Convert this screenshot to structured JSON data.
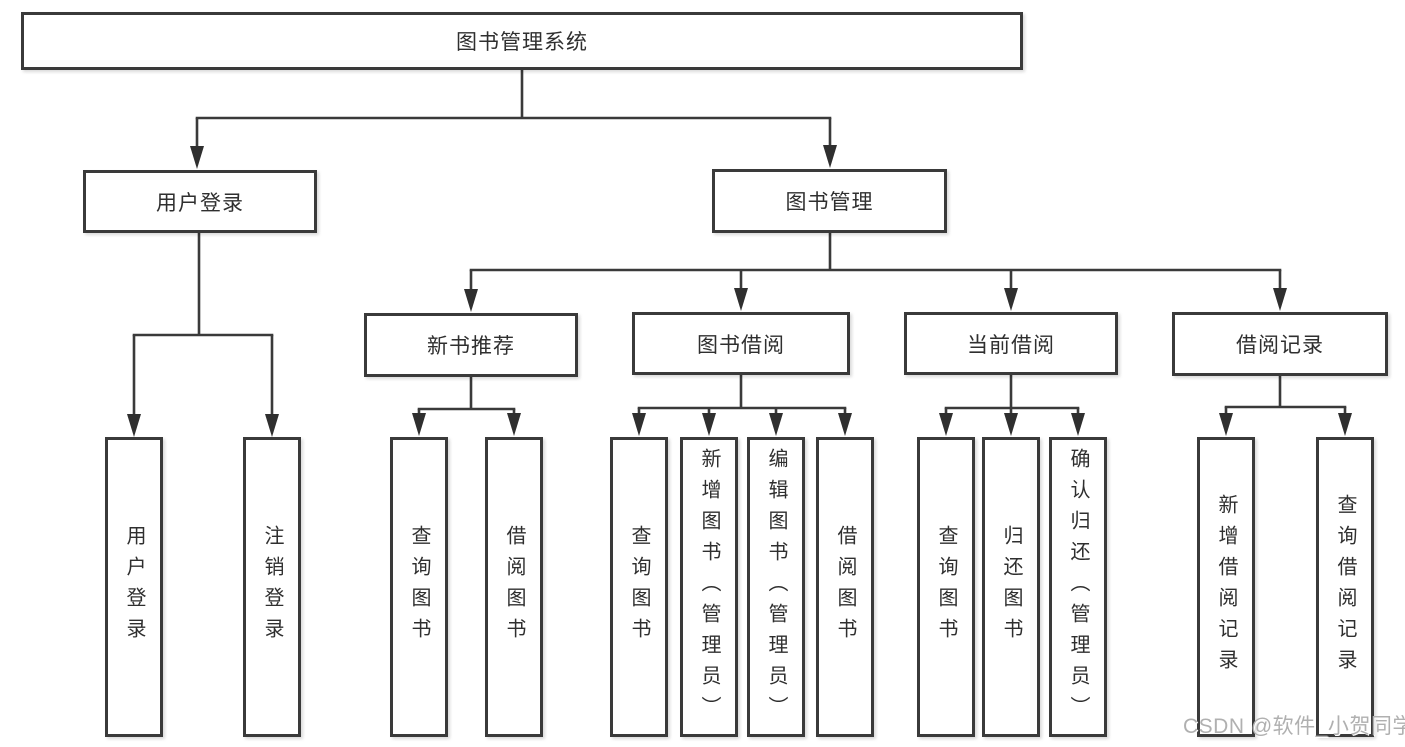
{
  "diagram": {
    "title_node": "图书管理系统",
    "level2": {
      "user_login": "用户登录",
      "book_mgmt": "图书管理"
    },
    "level3": {
      "new_book_rec": "新书推荐",
      "book_borrow": "图书借阅",
      "current_borrow": "当前借阅",
      "borrow_record": "借阅记录"
    },
    "leaves": {
      "user_login_leaf": "用户登录",
      "logout": "注销登录",
      "query_book_rec": "查询图书",
      "borrow_book_rec": "借阅图书",
      "query_book_borrow": "查询图书",
      "add_book_admin": "新增图书（管理员）",
      "edit_book_admin": "编辑图书（管理员）",
      "borrow_book_borrow": "借阅图书",
      "query_book_current": "查询图书",
      "return_book": "归还图书",
      "confirm_return_admin": "确认归还（管理员）",
      "add_borrow_record": "新增借阅记录",
      "query_borrow_record": "查询借阅记录"
    }
  },
  "watermark": "CSDN @软件_小贺同学",
  "colors": {
    "line": "#3a3a3a",
    "arrow": "#2f2f2f",
    "text": "#2f2f2f",
    "watermark": "#b0b0b0",
    "background": "#ffffff"
  }
}
